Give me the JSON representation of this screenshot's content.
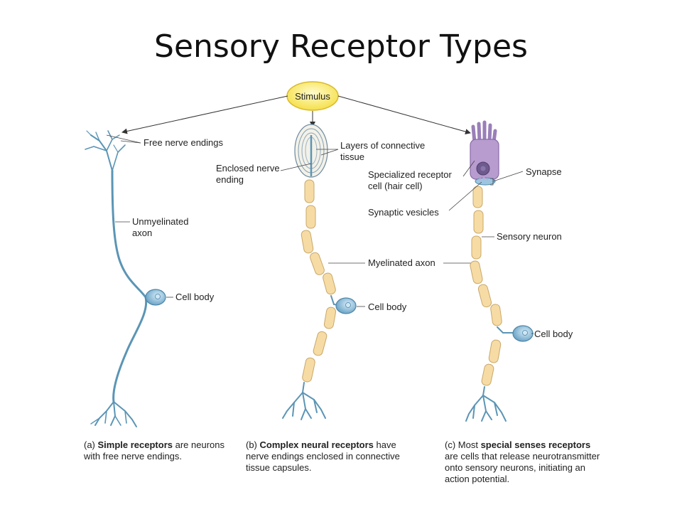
{
  "title": "Sensory Receptor Types",
  "stimulus": "Stimulus",
  "labels": {
    "free_nerve_endings": "Free nerve endings",
    "unmyelinated_axon_1": "Unmyelinated",
    "unmyelinated_axon_2": "axon",
    "cell_body_a": "Cell body",
    "layers_ct_1": "Layers of connective",
    "layers_ct_2": "tissue",
    "enclosed_1": "Enclosed nerve",
    "enclosed_2": "ending",
    "myelinated_axon": "Myelinated axon",
    "cell_body_b": "Cell body",
    "specialized_1": "Specialized receptor",
    "specialized_2": "cell (hair cell)",
    "synapse": "Synapse",
    "synaptic_vesicles": "Synaptic vesicles",
    "sensory_neuron": "Sensory neuron",
    "cell_body_c": "Cell body"
  },
  "captions": {
    "a": {
      "prefix": "(a) ",
      "bold": "Simple receptors",
      "rest": " are neurons",
      "line2": "with free nerve endings."
    },
    "b": {
      "prefix": "(b) ",
      "bold": "Complex neural receptors",
      "rest": " have",
      "line2": "nerve endings enclosed in connective",
      "line3": "tissue capsules."
    },
    "c": {
      "prefix": "(c) Most ",
      "bold": "special senses receptors",
      "line2": "are cells that release neurotransmitter",
      "line3": "onto sensory neurons, initiating an",
      "line4": "action potential."
    }
  },
  "colors": {
    "neuron": "#5b95b5",
    "myelin_fill": "#f6dca4",
    "myelin_stroke": "#c9a76a",
    "cell_body": "#9cc6e0",
    "stimulus_fill": "#fff27a",
    "hair_cell": "#b89ccf"
  }
}
